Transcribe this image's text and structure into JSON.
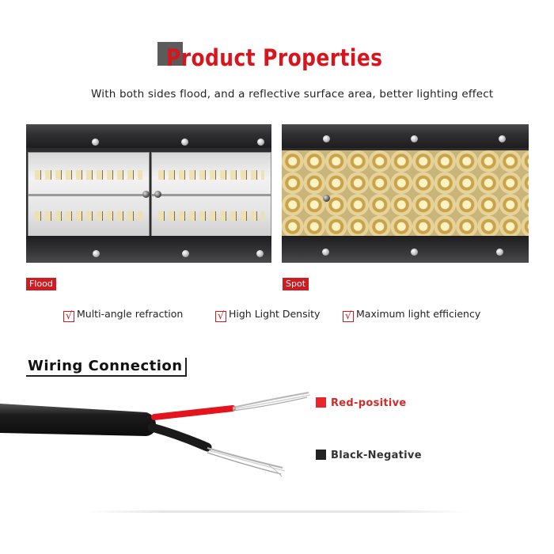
{
  "header": {
    "title": "Product Properties",
    "subtitle": "With both sides flood, and a reflective surface area, better lighting effect"
  },
  "panels": {
    "flood_label": "Flood",
    "spot_label": "Spot"
  },
  "features": [
    {
      "label": "Multi-angle refraction"
    },
    {
      "label": "High Light Density"
    },
    {
      "label": "Maximum light efficiency"
    }
  ],
  "wiring": {
    "title": "Wiring Connection",
    "red_label": "Red-positive",
    "black_label": "Black-Negative"
  },
  "colors": {
    "accent_red": "#d9141c",
    "tag_red": "#cf1b22",
    "dark_body": "#2c2c2e"
  },
  "icons": {
    "check": "checkmark-box-icon"
  }
}
